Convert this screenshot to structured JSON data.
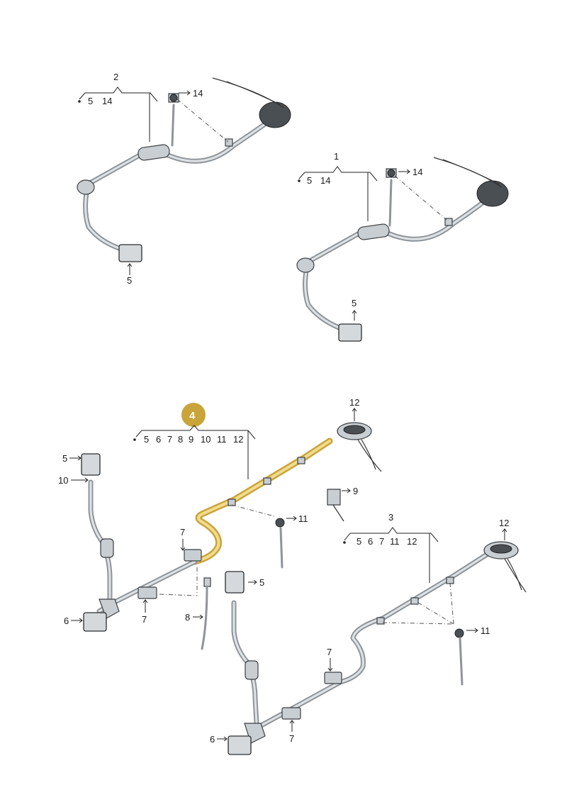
{
  "groups": [
    {
      "id": "2",
      "number": "2",
      "items": [
        "5",
        "14"
      ]
    },
    {
      "id": "1",
      "number": "1",
      "items": [
        "5",
        "14"
      ]
    },
    {
      "id": "4",
      "number": "4",
      "items": [
        "5",
        "6",
        "7",
        "8",
        "9",
        "10",
        "11",
        "12"
      ],
      "highlighted": true
    },
    {
      "id": "3",
      "number": "3",
      "items": [
        "5",
        "6",
        "7",
        "11",
        "12"
      ]
    }
  ],
  "callouts": {
    "g2_14": "14",
    "g2_5": "5",
    "g1_14": "14",
    "g1_5": "5",
    "g4_12": "12",
    "g4_9": "9",
    "g4_11": "11",
    "g4_5a": "5",
    "g4_10": "10",
    "g4_7a": "7",
    "g4_6": "6",
    "g4_7b": "7",
    "g4_8": "8",
    "g4_5b": "5",
    "g3_12": "12",
    "g3_11": "11",
    "g3_7a": "7",
    "g3_6": "6",
    "g3_7b": "7"
  },
  "colors": {
    "highlight_badge": "#c9a43a",
    "highlight_wire": "#e2c25e",
    "wire": "#8e9499",
    "line": "#222222"
  }
}
